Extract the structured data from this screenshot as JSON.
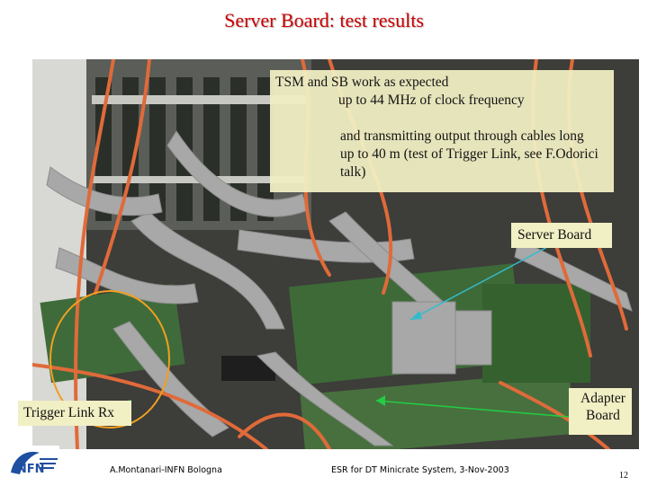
{
  "slide": {
    "title": "Server Board: test results",
    "callout": {
      "line1": "TSM and SB work as expected",
      "line2": "up to 44 MHz of clock frequency",
      "line3": "and transmitting output through cables long up to 40 m (test of Trigger Link, see F.Odorici talk)"
    },
    "labels": {
      "server_board": "Server Board",
      "trigger_link": "Trigger Link Rx",
      "adapter_board": "Adapter Board"
    },
    "footer": {
      "author": "A.Montanari-INFN Bologna",
      "conference": "ESR for DT Minicrate System, 3-Nov-2003",
      "page": "12"
    },
    "logo_text": "INFN",
    "colors": {
      "title": "#cc0000",
      "callout_bg": "#f1efc4",
      "arrow_server": "#33bbcc",
      "arrow_adapter": "#22cc44",
      "ellipse": "#f0a020"
    }
  }
}
